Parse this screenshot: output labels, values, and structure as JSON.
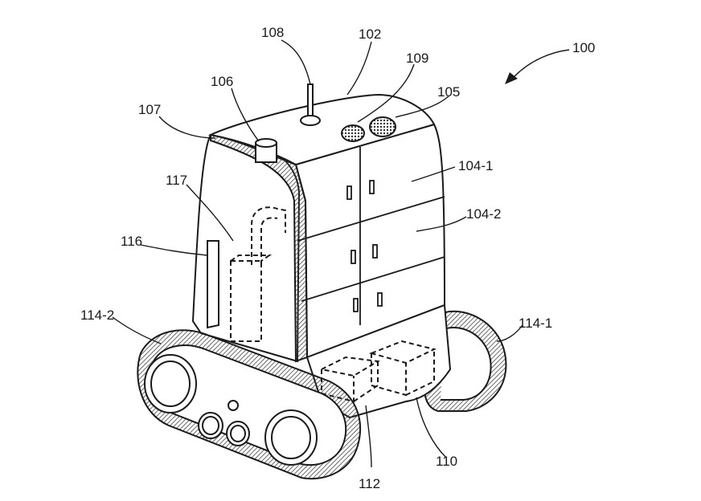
{
  "labels": {
    "robot": "100",
    "body": "102",
    "compartment_upper": "104-1",
    "compartment_middle": "104-2",
    "speaker": "105",
    "camera": "106",
    "bumper": "107",
    "antenna": "108",
    "sensor": "109",
    "motor": "110",
    "battery": "112",
    "track_right": "114-1",
    "track_left": "114-2",
    "handle": "116",
    "controller": "117"
  },
  "colors": {
    "stroke": "#1a1a1a",
    "fill": "#ffffff",
    "hatch": "#555555",
    "speaker_fill": "#888888"
  }
}
